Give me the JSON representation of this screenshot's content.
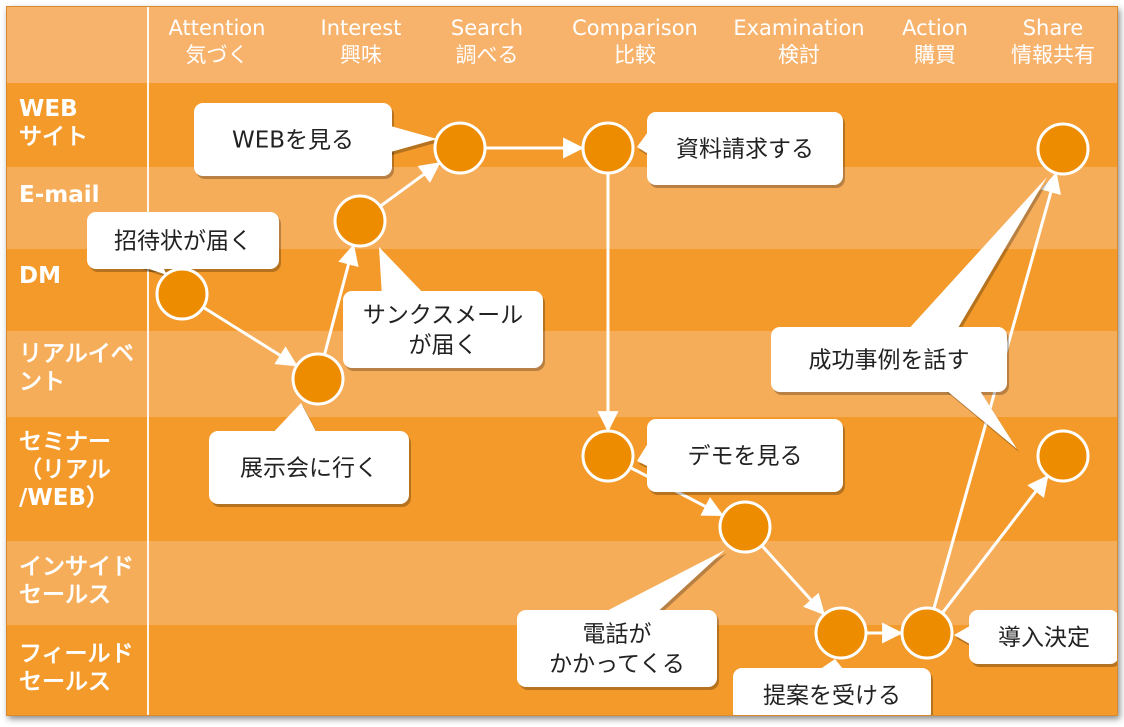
{
  "colors": {
    "header_bg": "#f7b26c",
    "band_dark": "#f39a2a",
    "band_light": "#f6ad5a",
    "node_fill": "#ee8c00",
    "stroke": "#ffffff",
    "text_dark": "#222222"
  },
  "header": {
    "columns": [
      {
        "en": "Attention",
        "ja": "気づく"
      },
      {
        "en": "Interest",
        "ja": "興味"
      },
      {
        "en": "Search",
        "ja": "調べる"
      },
      {
        "en": "Comparison",
        "ja": "比較"
      },
      {
        "en": "Examination",
        "ja": "検討"
      },
      {
        "en": "Action",
        "ja": "購買"
      },
      {
        "en": "Share",
        "ja": "情報共有"
      }
    ]
  },
  "rows": [
    {
      "label": "WEB\nサイト"
    },
    {
      "label": "E-mail"
    },
    {
      "label": "DM"
    },
    {
      "label": "リアルイベ\nント"
    },
    {
      "label": "セミナー\n（リアル\n/WEB）"
    },
    {
      "label": "インサイド\nセールス"
    },
    {
      "label": "フィールド\nセールス"
    }
  ],
  "callouts": [
    {
      "id": "web",
      "lines": [
        "WEBを見る"
      ]
    },
    {
      "id": "invite",
      "lines": [
        "招待状が届く"
      ]
    },
    {
      "id": "thanks",
      "lines": [
        "サンクスメール",
        "が届く"
      ]
    },
    {
      "id": "expo",
      "lines": [
        "展示会に行く"
      ]
    },
    {
      "id": "request",
      "lines": [
        "資料請求する"
      ]
    },
    {
      "id": "demo",
      "lines": [
        "デモを見る"
      ]
    },
    {
      "id": "phone",
      "lines": [
        "電話が",
        "かかってくる"
      ]
    },
    {
      "id": "proposal",
      "lines": [
        "提案を受ける"
      ]
    },
    {
      "id": "decision",
      "lines": [
        "導入決定"
      ]
    },
    {
      "id": "success",
      "lines": [
        "成功事例を話す"
      ]
    }
  ]
}
